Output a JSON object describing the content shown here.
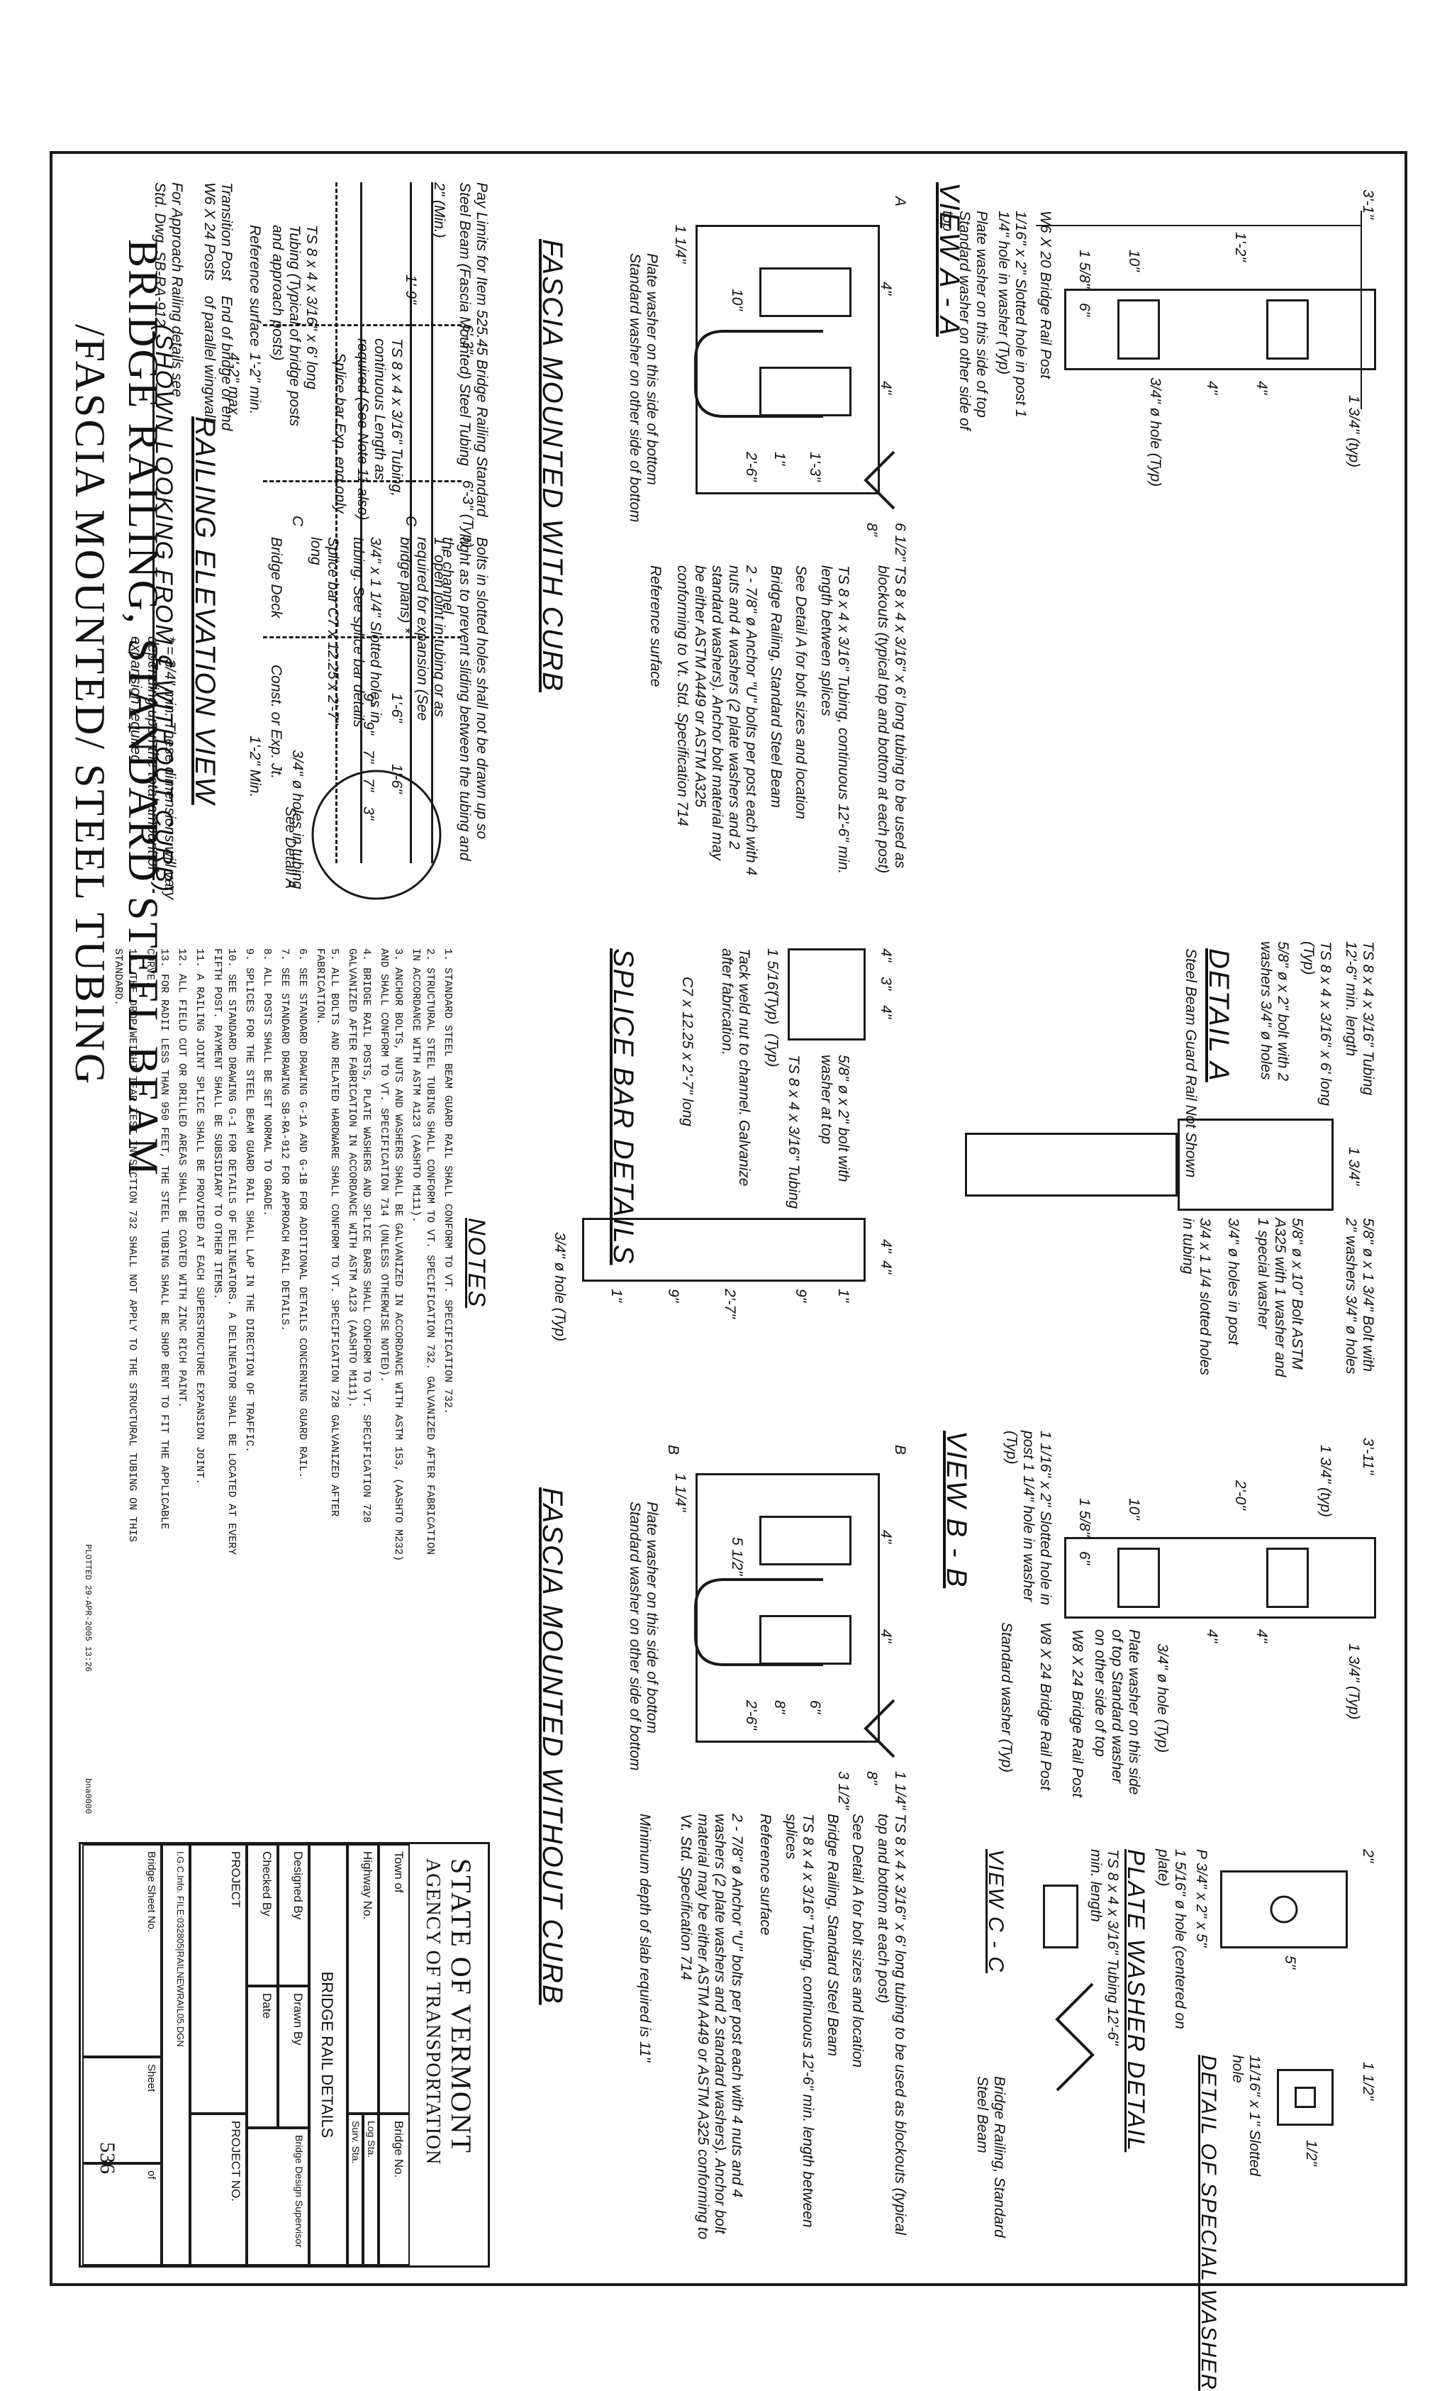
{
  "title_block": {
    "agency_line1": "STATE OF VERMONT",
    "agency_line2": "AGENCY OF TRANSPORTATION",
    "town_of": "Town of",
    "highway_no": "Highway No.",
    "bridge_no": "Bridge No.",
    "log_sta": "Log Sta.",
    "surv_sta": "Surv. Sta.",
    "drawing_name": "BRIDGE RAIL DETAILS",
    "designed_by": "Designed By",
    "drawn_by": "Drawn By",
    "checked_by": "Checked By",
    "date": "Date",
    "bridge_design_supervisor": "Bridge Design Supervisor",
    "project": "PROJECT",
    "project_no": "PROJECT NO.",
    "cadd_file": "I.G.C.Info. FILE:032805|RAILNEWRAIL05.DGN",
    "bridge_sheet_no": "Bridge Sheet No.",
    "sheet": "Sheet",
    "of": "of",
    "sheet_number": "536",
    "plot_stamp": "PLOTTED 29-APR-2005 13:26",
    "plot_code": "bna0000"
  },
  "main_title": {
    "line1": "BRIDGE RAILING, STANDARD STEEL BEAM",
    "line2": "/FASCIA MOUNTED/ STEEL TUBING"
  },
  "view_aa": {
    "heading": "VIEW A - A",
    "dims": [
      "3'-1\"",
      "1'-2\"",
      "10\"",
      "4\"",
      "4\"",
      "1 3/4\" (typ)",
      "6\"",
      "1 5/8\"",
      "3/4\" ø hole (Typ)",
      "1 3/4\" (Typ)"
    ],
    "labels": [
      "W6 X 20 Bridge Rail Post",
      "1/16\" x 2\" Slotted hole in post 1 1/4\" hole in washer (Typ)",
      "Plate washer on this side of top Standard washer on other side of top",
      "W6 X 20 Bridge Rail Post"
    ]
  },
  "fascia_with_curb": {
    "heading": "FASCIA MOUNTED WITH CURB",
    "labels": [
      "TS 8 x 4 x 3/16\" x 6' long tubing to be used as blockouts (typical top and bottom at each post)",
      "TS 8 x 4 x 3/16\" Tubing, continuous 12'-6\" min. length between splices",
      "See Detail A for bolt sizes and location",
      "Bridge Railing, Standard Steel Beam",
      "2 - 7/8\" ø Anchor \"U\" bolts per post each with 4 nuts and 4 washers (2 plate washers and 2 standard washers). Anchor bolt material may be either ASTM A449 or ASTM A325 conforming to Vt. Std. Specification 714",
      "Reference surface",
      "Plate washer on this side of bottom Standard washer on other side of bottom",
      "A",
      "A"
    ],
    "dims": [
      "6 1/2\"",
      "8\"",
      "1 1/4\"",
      "4\"",
      "4\"",
      "10\"",
      "1'-3\"",
      "1\"",
      "2'-6\""
    ]
  },
  "splice_bar": {
    "heading": "SPLICE BAR DETAILS",
    "labels": [
      "Tack weld nut to channel. Galvanize after fabrication.",
      "5/8\" ø x 2\" bolt with washer at top",
      "TS 8 x 4 x 3/16\" Tubing",
      "C7 x 12.25 x 2'-7\" long",
      "3/4\" ø hole (Typ)"
    ],
    "dims": [
      "4\"",
      "3\"",
      "4\"",
      "1 5/16\"",
      "(Typ)",
      "(Typ)",
      "2'-7\"",
      "1\"",
      "9\"",
      "9\"",
      "4\"",
      "4\"",
      "1\""
    ]
  },
  "detail_a": {
    "heading": "DETAIL A",
    "subheading": "Steel Beam Guard Rail Not Shown",
    "labels": [
      "TS 8 x 4 x 3/16\" Tubing 12'-6\" min. length",
      "TS 8 x 4 x 3/16\" x 6' long (Typ)",
      "5/8\" ø x 2\" bolt with 2 washers 3/4\" ø holes",
      "5/8\" ø x 1 3/4\" Bolt with 2\" washers 3/4\" ø holes",
      "5/8\" ø x 10\" Bolt ASTM A325 with 1 washer and 1 special washer",
      "3/4\" ø holes in post",
      "3/4 x 1 1/4 slotted holes in tubing",
      "1 3/4\""
    ]
  },
  "elevation": {
    "heading": "RAILING ELEVATION VIEW",
    "subheading": "(SHOWN LOOKING FROM ℄ WITHOUT CURB)",
    "labels": [
      "Pay Limits for Item 525.45 Bridge Railing Standard Steel Beam (Fascia Mounted) Steel Tubing",
      "TS 8 x 4 x 3/16\" Tubing, continuous Length as required (See Note 11 also)",
      "Splice bar Exp. end only",
      "TS 8 x 4 x 3/16\" x 6' long Tubing (Typical of bridge posts and approach posts)",
      "Reference surface",
      "Transition Post W6 X 24 Posts",
      "End of bridge or end of parallel wingwall",
      "Bolts in slotted holes shall not be drawn up so tight as to prevent sliding between the tubing and the channel",
      "1\" open joint in tubing or as required for expansion (See bridge plans) *",
      "3/4\" x 1 1/4\" Slotted holes in tubing. See splice bar details",
      "Splice bar C7 x 12.25 x 2'-7\" long",
      "3/4\" ø holes in tubing",
      "Bridge Deck",
      "Const. or Exp. Jt.",
      "See Detail A",
      "For Approach Railing details see Std. Dwg. SB-RA-912",
      "* = 3/4\" min. These dimensions will vary depending upon the total amount of expansion required"
    ],
    "dims": [
      "6'-3\"",
      "6'-3\" (Typ)",
      "1'-9\"",
      "1'-2\" min.",
      "4'-2\" max.",
      "1'-6\"",
      "1'-6\"",
      "9\"",
      "9\"",
      "7\"",
      "7\"",
      "3\"",
      "1'-2\" Min.",
      "2\" (Min.)",
      "C",
      "C"
    ]
  },
  "notes": {
    "heading": "NOTES",
    "items": [
      "1.  STANDARD STEEL BEAM GUARD RAIL SHALL CONFORM TO VT. SPECIFICATION 732.",
      "2.  STRUCTURAL STEEL TUBING SHALL CONFORM TO VT. SPECIFICATION 732. GALVANIZED AFTER FABRICATION IN ACCORDANCE WITH ASTM A123 (AASHTO M111).",
      "3.  ANCHOR BOLTS, NUTS AND WASHERS SHALL BE GALVANIZED IN ACCORDANCE WITH ASTM 153, (AASHTO M232) AND SHALL CONFORM TO VT. SPECIFICATION 714 (UNLESS OTHERWISE NOTED).",
      "4.  BRIDGE RAIL POSTS, PLATE WASHERS AND SPLICE BARS SHALL CONFORM TO VT. SPECIFICATION 728 GALVANIZED AFTER FABRICATION IN ACCORDANCE WITH ASTM A123 (AASHTO M111).",
      "5.  ALL BOLTS AND RELATED HARDWARE SHALL CONFORM TO VT. SPECIFICATION 728 GALVANIZED AFTER FABRICATION.",
      "6.  SEE STANDARD DRAWING G-1A AND G-1B FOR ADDITIONAL DETAILS CONCERNING GUARD RAIL.",
      "7.  SEE STANDARD DRAWING SB-RA-912 FOR APPROACH RAIL DETAILS.",
      "8.  ALL POSTS SHALL BE SET NORMAL TO GRADE.",
      "9.  SPLICES FOR THE STEEL BEAM GUARD RAIL SHALL LAP IN THE DIRECTION OF TRAFFIC.",
      "10. SEE STANDARD DRAWING G-1 FOR DETAILS OF DELINEATORS. A DELINEATOR SHALL BE LOCATED AT EVERY FIFTH POST. PAYMENT SHALL BE SUBSIDIARY TO OTHER ITEMS.",
      "11. A RAILING JOINT SPLICE SHALL BE PROVIDED AT EACH SUPERSTRUCTURE EXPANSION JOINT.",
      "12. ALL FIELD CUT OR DRILLED AREAS SHALL BE COATED WITH ZINC RICH PAINT.",
      "13. FOR RADII LESS THAN 950 FEET, THE STEEL TUBING SHALL BE SHOP BENT TO FIT THE APPLICABLE CURVE.",
      "14. THE DROP-WEIGHT TEAR TEST IN SECTION 732 SHALL NOT APPLY TO THE STRUCTURAL TUBING ON THIS STANDARD."
    ]
  },
  "view_bb": {
    "heading": "VIEW B - B",
    "dims": [
      "3'-11\"",
      "2'-0\"",
      "10\"",
      "4\"",
      "4\"",
      "1 3/4\" (Typ)",
      "6\"",
      "1 5/8\"",
      "1 3/4\" (typ)"
    ],
    "labels": [
      "1 1/16\" x 2\" Slotted hole in post 1 1/4\" hole in washer (Typ)",
      "W8 X 24 Bridge Rail Post",
      "Standard washer (Typ)",
      "3/4\" ø hole (Typ)",
      "Plate washer on this side of top Standard washer on other side of top",
      "W8 X 24 Bridge Rail Post"
    ]
  },
  "fascia_without_curb": {
    "heading": "FASCIA MOUNTED WITHOUT CURB",
    "labels": [
      "TS 8 x 4 x 3/16\" x 6' long tubing to be used as blockouts (typical top and bottom at each post)",
      "See Detail A for bolt sizes and location",
      "Bridge Railing, Standard Steel Beam",
      "TS 8 x 4 x 3/16\" Tubing, continuous 12'-6\" min. length between splices",
      "Reference surface",
      "2 - 7/8\" ø Anchor \"U\" bolts per post each with 4 nuts and 4 washers (2 plate washers and 2 standard washers). Anchor bolt material may be either ASTM A449 or ASTM A325 conforming to Vt. Std. Specification 714",
      "Minimum depth of slab required is 11\"",
      "Plate washer on this side of bottom Standard washer on other side of bottom",
      "B",
      "B"
    ],
    "dims": [
      "1 1/4\"",
      "8\"",
      "3 1/2\"",
      "1 1/4\"",
      "8\"",
      "2'-6\"",
      "4\"",
      "4\"",
      "6\"",
      "5 1/2\""
    ]
  },
  "plate_washer": {
    "heading": "PLATE WASHER DETAIL",
    "labels": [
      "P 3/4\" x 2\" x 5\"",
      "1 5/16\" ø hole (centered on plate)",
      "2\"",
      "5\""
    ]
  },
  "special_washer": {
    "heading": "DETAIL OF SPECIAL WASHER",
    "labels": [
      "11/16\" x 1\" Slotted hole",
      "1 1/2\"",
      "1/2\""
    ]
  },
  "view_cc": {
    "heading": "VIEW C - C",
    "labels": [
      "TS 8 x 4 x 3/16\" Tubing 12'-6\" min. length",
      "Bridge Railing, Standard Steel Beam"
    ]
  }
}
